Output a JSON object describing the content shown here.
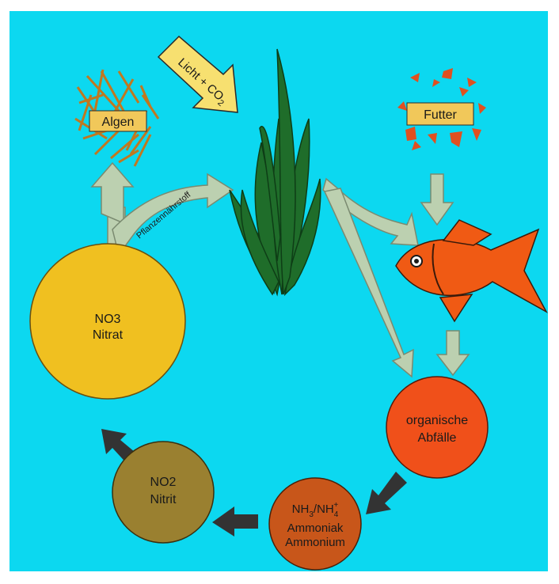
{
  "colors": {
    "background": "#0cd8f0",
    "light_arrow": "#bcd0b0",
    "dark_arrow": "#333333",
    "nitrate_circle": "#f0c020",
    "nitrite_circle": "#9a8030",
    "ammonia_circle": "#c8561a",
    "organic_circle": "#f0501a",
    "fish": "#f05a14",
    "plant": "#1f6d2a",
    "light_label": "#f7e070",
    "algae": "#c07820",
    "food": "#e05020"
  },
  "labels": {
    "algae": "Algen",
    "light": "Licht + CO",
    "light_sub": "2",
    "food": "Futter",
    "plant_nutrient": "Pflanzennährstoff",
    "nitrate_formula": "NO",
    "nitrate_sub": "3",
    "nitrate_name": "Nitrat",
    "nitrite_formula": "NO",
    "nitrite_sub": "2",
    "nitrite_name": "Nitrit",
    "ammonia_formula_a": "NH",
    "ammonia_sub_a": "3",
    "ammonia_formula_b": "/NH",
    "ammonia_sub_b": "4",
    "ammonia_sup_b": "+",
    "ammonia_name": "Ammoniak",
    "ammonium_name": "Ammonium",
    "organic_line1": "organische",
    "organic_line2": "Abfälle"
  }
}
